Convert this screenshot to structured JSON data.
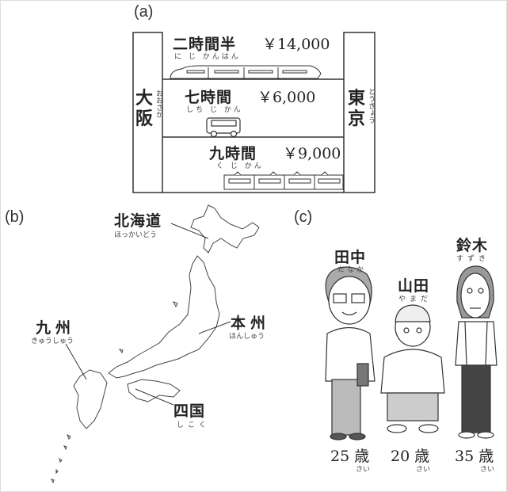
{
  "panel_a": {
    "label": "(a)",
    "origin": {
      "kanji": "大阪",
      "reading": "おおさか"
    },
    "destination": {
      "kanji": "東京",
      "reading": "とうきょう"
    },
    "routes": [
      {
        "vehicle": "bullet-train",
        "time": "二時間半",
        "reading": "に じ かんはん",
        "price": "￥14,000"
      },
      {
        "vehicle": "bus",
        "time": "七時間",
        "reading": "しち じ かん",
        "price": "￥6,000"
      },
      {
        "vehicle": "train",
        "time": "九時間",
        "reading": "く じ かん",
        "price": "￥9,000"
      }
    ]
  },
  "panel_b": {
    "label": "(b)",
    "regions": [
      {
        "kanji": "北海道",
        "reading": "ほっかいどう"
      },
      {
        "kanji": "本州",
        "reading": "ほんしゅう"
      },
      {
        "kanji": "九州",
        "reading": "きゅうしゅう"
      },
      {
        "kanji": "四国",
        "reading": "しこく"
      }
    ]
  },
  "panel_c": {
    "label": "(c)",
    "people": [
      {
        "name": "田中",
        "reading": "たなか",
        "age": "25",
        "unit": "歳",
        "unit_reading": "さい"
      },
      {
        "name": "山田",
        "reading": "やまだ",
        "age": "20",
        "unit": "歳",
        "unit_reading": "さい"
      },
      {
        "name": "鈴木",
        "reading": "すずき",
        "age": "35",
        "unit": "歳",
        "unit_reading": "さい"
      }
    ]
  }
}
